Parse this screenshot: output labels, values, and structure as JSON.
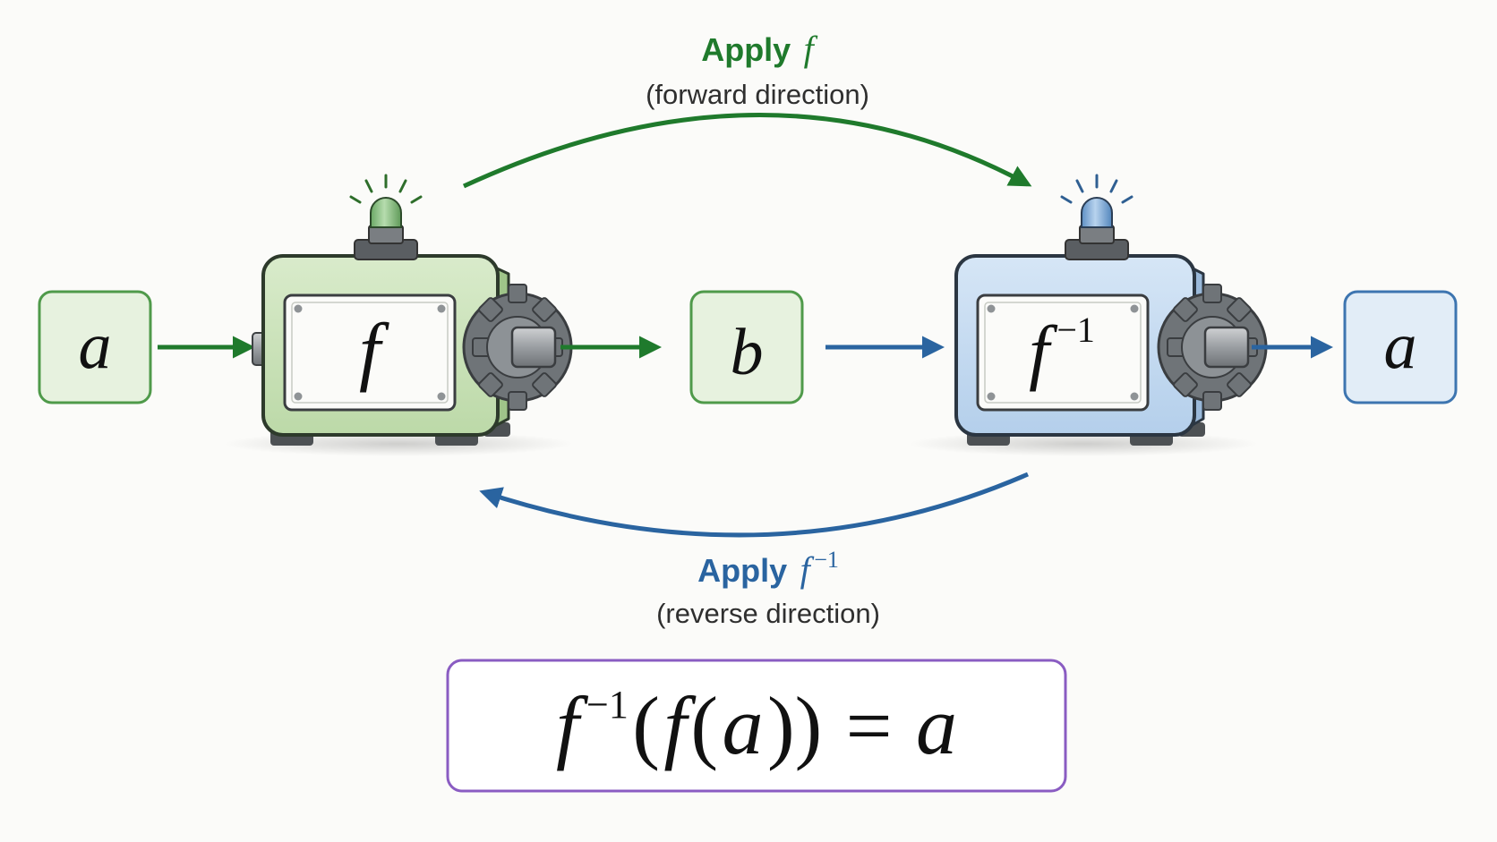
{
  "nodes": {
    "input": {
      "symbol": "a"
    },
    "middle": {
      "symbol": "b"
    },
    "output": {
      "symbol": "a"
    }
  },
  "machines": {
    "forward": {
      "base": "f",
      "sup": ""
    },
    "inverse": {
      "base": "f",
      "sup": "−1"
    }
  },
  "labels": {
    "forward": {
      "apply": "Apply",
      "fn": "f",
      "sup": "",
      "sub": "(forward direction)"
    },
    "reverse": {
      "apply": "Apply",
      "fn": "f",
      "sup": "−1",
      "sub": "(reverse direction)"
    }
  },
  "equation": {
    "f1": "f",
    "sup": "−1",
    "lp1": "(",
    "f2": "f",
    "lp2": "(",
    "arg": "a",
    "rp": "))",
    "eq": "=",
    "rhs": "a"
  },
  "colors": {
    "green": "#1f7a2c",
    "blue": "#2a64a0",
    "purple": "#8a5cc2",
    "green_fill": "#e7f2df",
    "blue_fill": "#e2edf7"
  }
}
